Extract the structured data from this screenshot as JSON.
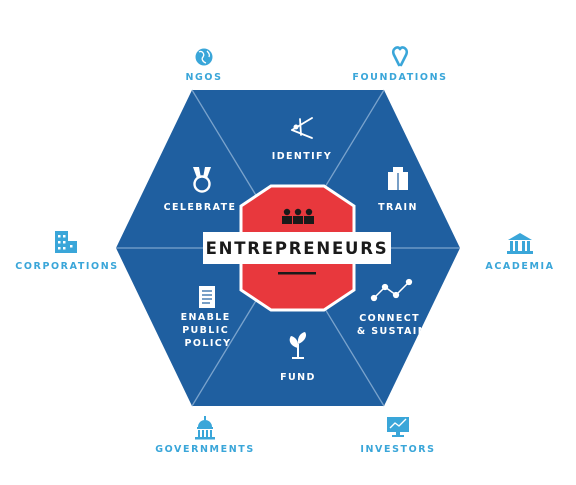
{
  "diagram": {
    "center": {
      "label": "ENTREPRENEURS",
      "icon": "people-icon"
    },
    "segments": [
      {
        "lines": [
          "IDENTIFY"
        ],
        "icon": "telescope-icon"
      },
      {
        "lines": [
          "TRAIN"
        ],
        "icon": "book-icon"
      },
      {
        "lines": [
          "CONNECT",
          "& SUSTAIN"
        ],
        "icon": "network-icon"
      },
      {
        "lines": [
          "FUND"
        ],
        "icon": "sprout-icon"
      },
      {
        "lines": [
          "ENABLE",
          "PUBLIC",
          "POLICY"
        ],
        "icon": "document-icon"
      },
      {
        "lines": [
          "CELEBRATE"
        ],
        "icon": "medal-icon"
      }
    ],
    "stakeholders": [
      {
        "label": "NGOS",
        "icon": "globe-icon"
      },
      {
        "label": "FOUNDATIONS",
        "icon": "ribbon-icon"
      },
      {
        "label": "ACADEMIA",
        "icon": "institution-icon"
      },
      {
        "label": "INVESTORS",
        "icon": "chart-monitor-icon"
      },
      {
        "label": "GOVERNMENTS",
        "icon": "capitol-icon"
      },
      {
        "label": "CORPORATIONS",
        "icon": "buildings-icon"
      }
    ],
    "colors": {
      "hexagon": "#1f5fa0",
      "divider": "#7aa3cc",
      "center": "#e8383d",
      "label_box": "#ffffff",
      "stakeholder": "#3aa6d9",
      "text_dark": "#1a1a1a"
    }
  }
}
